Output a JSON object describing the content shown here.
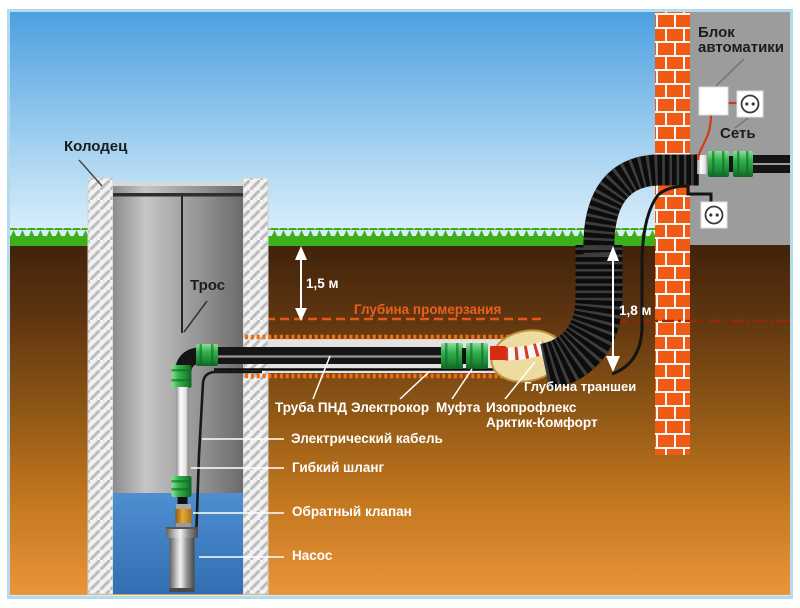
{
  "diagram": {
    "description": "Схема водоснабжения из колодца с погружным насосом",
    "labels": {
      "well": "Колодец",
      "rope": "Трос",
      "frost_line": "Глубина промерзания",
      "pipe_pnd": "Труба ПНД",
      "heating_cable": "Электрокор",
      "coupling": "Муфта",
      "insulated_pipe": {
        "line1": "Изопрофлекс",
        "line2": "Арктик-Комфорт"
      },
      "trench_depth": "Глубина траншеи",
      "automation_block": {
        "line1": "Блок",
        "line2": "автоматики"
      },
      "power": "Сеть",
      "electric_cable": "Электрический кабель",
      "flexible_hose": "Гибкий шланг",
      "check_valve": "Обратный клапан",
      "pump": "Насос"
    },
    "measurements": {
      "frost_depth": "1,5 м",
      "trench_depth": "1,8 м"
    },
    "colors": {
      "sky_top": "#4c9fe0",
      "sky_bottom": "#e2f2fc",
      "grass": "#3bb01b",
      "soil_top": "#40230a",
      "soil_bottom": "#e9953a",
      "water": "#3d80c3",
      "brick": "#ef5a15",
      "house_wall": "#9c9c9c",
      "pipe_black": "#0c0c0c",
      "coupling_green": "#2fae4a",
      "insulation_cream": "#eedba0",
      "frost_dash_orange": "#e2571a",
      "frost_dash_dark": "#93290a",
      "wire_red": "#d6391a",
      "frame_border": "#b3dbed"
    }
  }
}
